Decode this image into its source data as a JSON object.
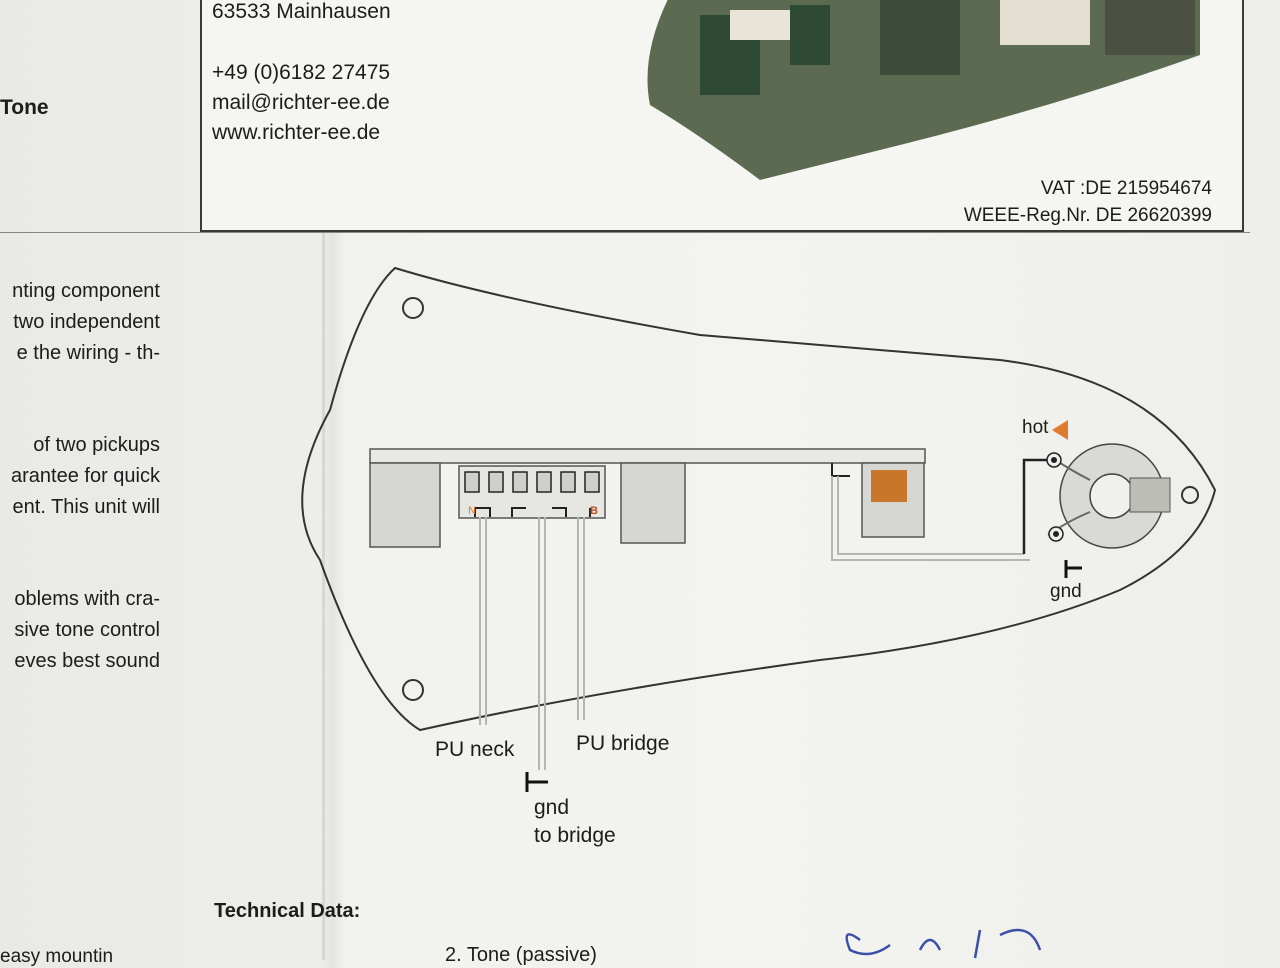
{
  "header": {
    "address_line": "63533 Mainhausen",
    "phone": "+49 (0)6182 27475",
    "email": "mail@richter-ee.de",
    "website": "www.richter-ee.de",
    "vat": "VAT :DE 215954674",
    "weee": "WEEE-Reg.Nr. DE 26620399"
  },
  "left_heading": "Tone",
  "left_text": {
    "para1": [
      "nting component",
      "two independent",
      "e the wiring - th-"
    ],
    "para2": [
      "of two pickups",
      "arantee for quick",
      "ent. This unit will"
    ],
    "para3": [
      "oblems with cra-",
      "sive tone control",
      "eves best sound"
    ],
    "bottom": "easy mountin"
  },
  "diagram": {
    "switch_labels": {
      "neck": "N",
      "bridge": "B"
    },
    "labels": {
      "hot": "hot",
      "jack_gnd": "gnd",
      "pu_neck": "PU neck",
      "pu_bridge": "PU bridge",
      "gnd": "gnd",
      "to_bridge": "to bridge"
    },
    "colors": {
      "hot_marker": "#e07a2c",
      "pot": "#c8772a",
      "wire": "#b5b5b5"
    }
  },
  "technical_data_heading": "Technical Data:",
  "tech_item": "2. Tone (passive)"
}
